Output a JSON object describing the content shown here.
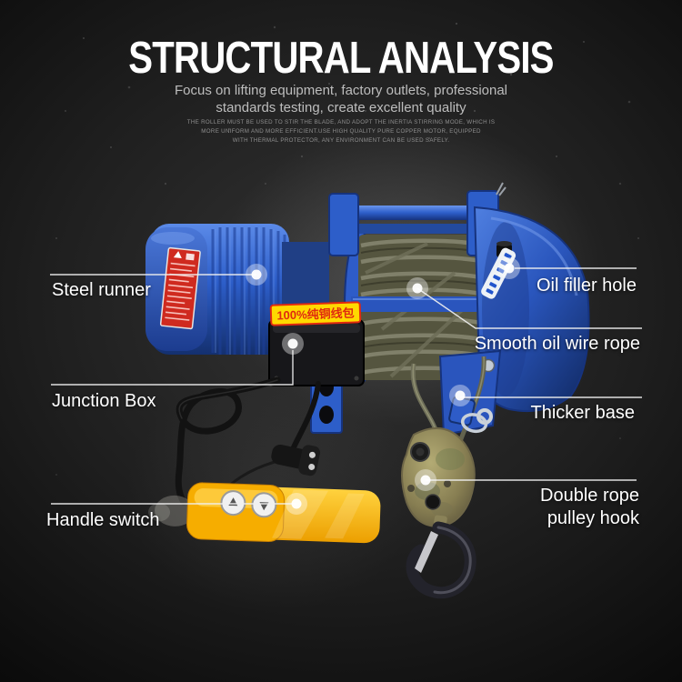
{
  "header": {
    "title": "STRUCTURAL ANALYSIS",
    "subtitle": {
      "line1": "Focus on lifting equipment, factory outlets, professional",
      "line2": "standards testing, create excellent quality"
    },
    "fineprint": {
      "line1": "THE ROLLER MUST BE USED TO STIR THE BLADE, AND ADOPT THE INERTIA STIRRING MODE, WHICH IS",
      "line2": "MORE UNIFORM AND MORE EFFICIENT.USE HIGH QUALITY PURE COPPER MOTOR, EQUIPPED",
      "line3": "WITH THERMAL PROTECTOR, ANY ENVIRONMENT CAN BE USED SAFELY."
    }
  },
  "callouts": {
    "steel_runner": "Steel runner",
    "oil_filler_hole": "Oil filler hole",
    "junction_box": "Junction Box",
    "smooth_oil_wire_rope": "Smooth oil wire rope",
    "thicker_base": "Thicker base",
    "handle_switch": "Handle switch",
    "double_rope_pulley_hook": {
      "line1": "Double rope",
      "line2": "pulley hook"
    }
  },
  "product": {
    "copper_winding_sticker": "100%纯铜线包"
  },
  "colors": {
    "background_dark": "#0c0c0c",
    "hoist_blue": "#2d5ec9",
    "hoist_blue_dark": "#16337e",
    "handle_yellow": "#f7b500",
    "warning_label_red": "#cf2a1f",
    "sticker_yellow": "#ffd900",
    "sticker_text_red": "#e02a10",
    "wire_rope_olive": "#73735c",
    "pulley_brass": "#9b9060",
    "callout_line": "#f0f0f0",
    "label_text": "#ffffff"
  }
}
